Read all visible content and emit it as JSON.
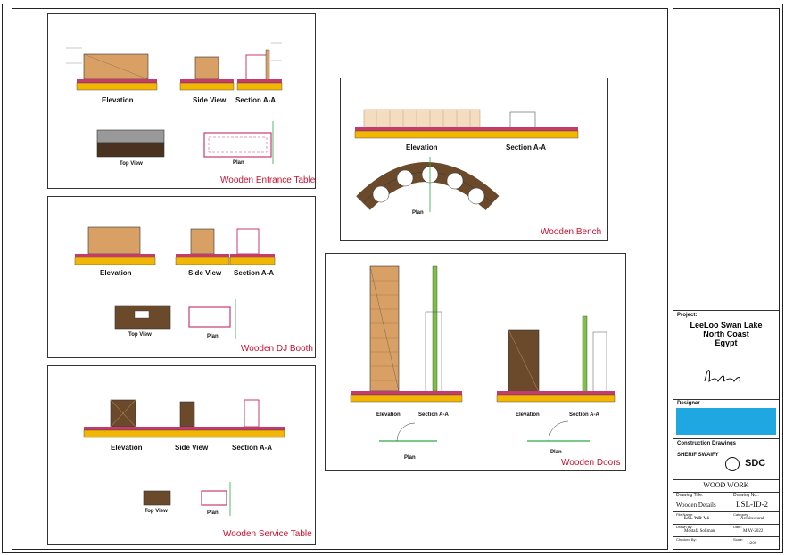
{
  "panels": {
    "entrance_table": {
      "title": "Wooden Entrance Table",
      "views": {
        "elevation": "Elevation",
        "side": "Side View",
        "section": "Section A-A",
        "top": "Top View",
        "plan": "Plan"
      }
    },
    "dj_booth": {
      "title": "Wooden DJ Booth",
      "views": {
        "elevation": "Elevation",
        "side": "Side View",
        "section": "Section A-A",
        "top": "Top View",
        "plan": "Plan"
      }
    },
    "service_table": {
      "title": "Wooden Service Table",
      "views": {
        "elevation": "Elevation",
        "side": "Side View",
        "section": "Section A-A",
        "top": "Top View",
        "plan": "Plan"
      }
    },
    "bench": {
      "title": "Wooden Bench",
      "views": {
        "elevation": "Elevation",
        "section": "Section A-A",
        "plan": "Plan"
      }
    },
    "doors": {
      "title": "Wooden Doors",
      "views": {
        "elevation1": "Elevation",
        "section1": "Section A-A",
        "elevation2": "Elevation",
        "section2": "Section A-A",
        "plan1": "Plan",
        "plan2": "Plan"
      }
    }
  },
  "title_block": {
    "project_label": "Project:",
    "project_name": [
      "LeeLoo Swan Lake",
      "North Coast",
      "Egypt"
    ],
    "designer_label": "Designer",
    "construction_label": "Construction Drawings",
    "consultant_name": "SHERIF SWAIFY",
    "sdc_logo": "SDC",
    "sheet_title": "WOOD WORK",
    "drawing_title_label": "Drawing Title:",
    "drawing_no_label": "Drawing No.:",
    "drawing_title": "Wooden Details",
    "drawing_no": "LSL-ID-2",
    "file_name_label": "File Name:",
    "file_name": "LSL-WD-V.1",
    "category_label": "Category:",
    "category": "Architectural",
    "drawn_by_label": "Drawn By:",
    "drawn_by": "Mostafa Soliman",
    "date_label": "Date:",
    "date": "MAY-2022",
    "checked_by_label": "Checked By:",
    "scale_label": "Scale:",
    "scale": "1:200"
  },
  "colors": {
    "accent_red": "#c8102e",
    "wood": "#d9a066",
    "dark_wood": "#6b4a2b",
    "floor_yellow": "#f2b705",
    "floor_pink": "#c43c6e",
    "green": "#2aa84a"
  }
}
